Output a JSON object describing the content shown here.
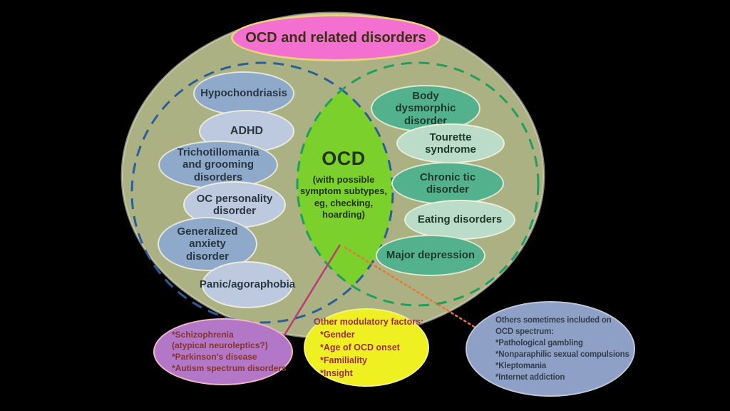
{
  "title": "OCD and related disorders",
  "colors": {
    "olive": "#ABB183",
    "olive_edge": "#DEDCCB",
    "pink": "#F36FD0",
    "pink_border": "#E9D27C",
    "lens_green": "#7BD02B",
    "blue_dash": "#2A5F96",
    "teal_dash": "#1F9E5F",
    "node_blue_dark": "#8FA9CB",
    "node_blue_light": "#BCC9DF",
    "node_green_dark": "#53B28D",
    "node_green_light": "#BADCC8",
    "purple": "#B377C8",
    "purple_border": "#EFB7C2",
    "yellow": "#EFF021",
    "callout_blue": "#8FA0C6",
    "magenta_line": "#BE3873",
    "orange_line": "#E8763C",
    "title_text": "#3A3110",
    "node_text_left": "#2A3642",
    "node_text_right": "#1F3A2C",
    "lens_text": "#22350F",
    "purple_text": "#86342D",
    "yellow_text": "#9C3140",
    "blue_text": "#343F4E"
  },
  "venn": {
    "center": {
      "heading": "OCD",
      "subtext": "(with possible symptom subtypes, eg, checking, hoarding)"
    },
    "left_items": [
      "Hypochondriasis",
      "ADHD",
      "Trichotillomania and grooming disorders",
      "OC personality disorder",
      "Generalized anxiety disorder",
      "Panic/agoraphobia"
    ],
    "right_items": [
      "Body dysmorphic disorder",
      "Tourette syndrome",
      "Chronic tic disorder",
      "Eating disorders",
      "Major depression"
    ]
  },
  "callouts": {
    "purple": {
      "lines": [
        "*Schizophrenia",
        "(atypical neuroleptics?)",
        "*Parkinson's disease",
        "*Autism spectrum disorders"
      ]
    },
    "yellow": {
      "title": "Other modulatory factors:",
      "lines": [
        "*Gender",
        "*Age of OCD onset",
        "*Familiality",
        "*Insight"
      ]
    },
    "blue": {
      "lines": [
        "Others sometimes included on",
        "OCD spectrum:",
        "*Pathological gambling",
        "*Nonparaphilic sexual compulsions",
        "*Kleptomania",
        "*Internet addiction"
      ]
    }
  }
}
